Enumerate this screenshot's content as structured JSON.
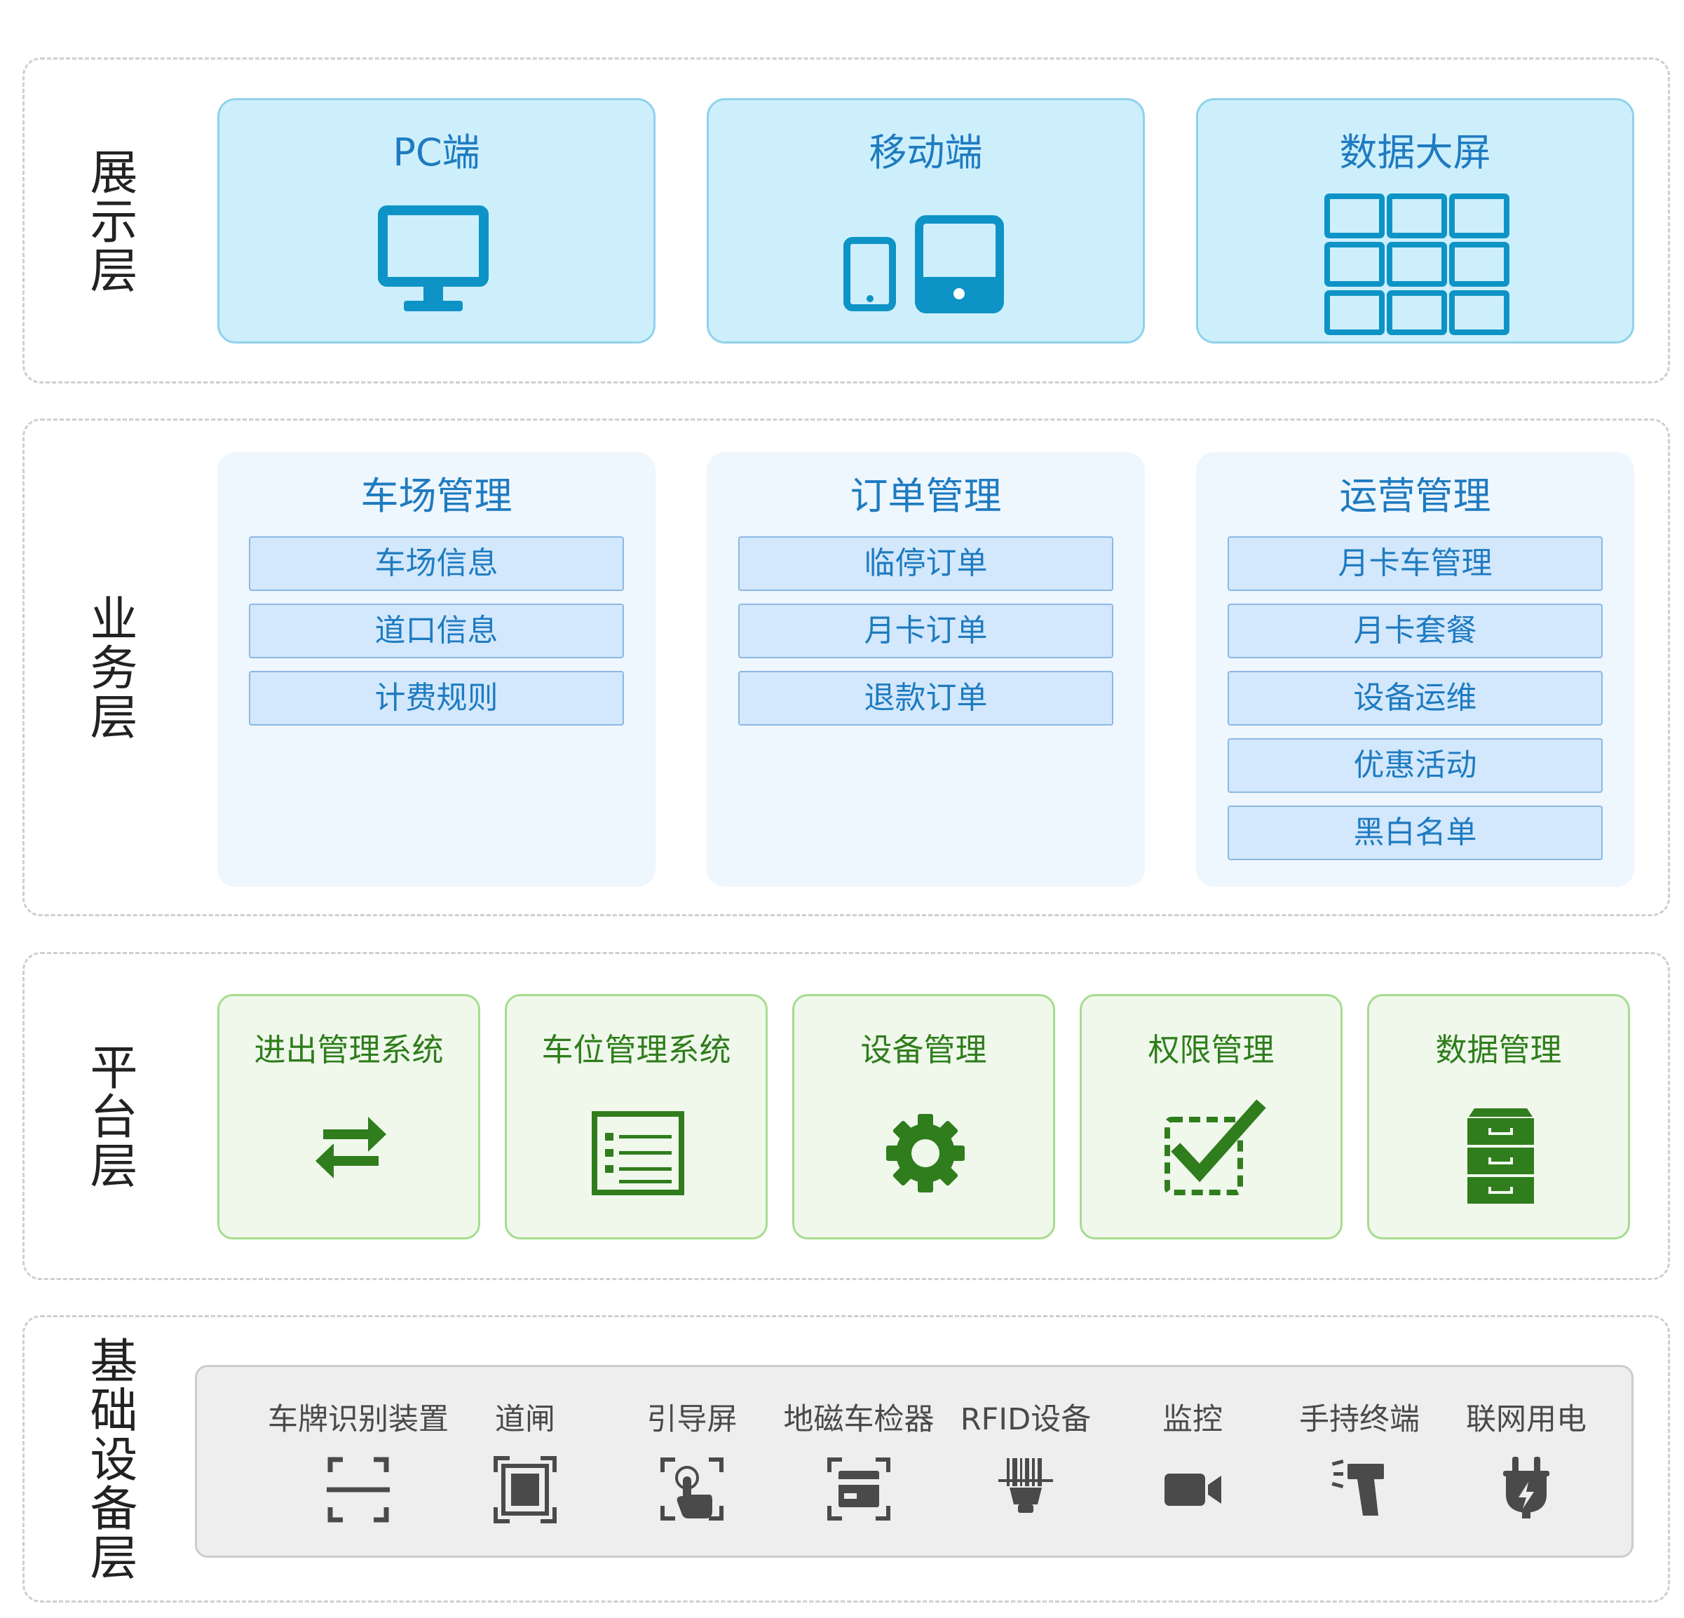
{
  "layers": {
    "presentation": {
      "label": "展示层",
      "cards": [
        {
          "title": "PC端",
          "icon": "desktop-monitor-icon"
        },
        {
          "title": "移动端",
          "icon": "phone-tablet-icon"
        },
        {
          "title": "数据大屏",
          "icon": "video-wall-grid-icon"
        }
      ]
    },
    "business": {
      "label": "业务层",
      "columns": [
        {
          "title": "车场管理",
          "items": [
            "车场信息",
            "道口信息",
            "计费规则"
          ]
        },
        {
          "title": "订单管理",
          "items": [
            "临停订单",
            "月卡订单",
            "退款订单"
          ]
        },
        {
          "title": "运营管理",
          "items": [
            "月卡车管理",
            "月卡套餐",
            "设备运维",
            "优惠活动",
            "黑白名单"
          ]
        }
      ]
    },
    "platform": {
      "label": "平台层",
      "cards": [
        {
          "title": "进出管理系统",
          "icon": "swap-arrows-icon"
        },
        {
          "title": "车位管理系统",
          "icon": "list-panel-icon"
        },
        {
          "title": "设备管理",
          "icon": "gear-icon"
        },
        {
          "title": "权限管理",
          "icon": "dashed-checkbox-icon"
        },
        {
          "title": "数据管理",
          "icon": "file-cabinet-icon"
        }
      ]
    },
    "infrastructure": {
      "label": "基础设备层",
      "items": [
        {
          "label": "车牌识别装置",
          "icon": "scan-frame-icon"
        },
        {
          "label": "道闸",
          "icon": "qr-frame-icon"
        },
        {
          "label": "引导屏",
          "icon": "touch-hand-icon"
        },
        {
          "label": "地磁车检器",
          "icon": "card-frame-icon"
        },
        {
          "label": "RFID设备",
          "icon": "barcode-scanner-icon"
        },
        {
          "label": "监控",
          "icon": "video-camera-icon"
        },
        {
          "label": "手持终端",
          "icon": "handheld-scanner-icon"
        },
        {
          "label": "联网用电",
          "icon": "power-plug-icon"
        }
      ]
    }
  },
  "colors": {
    "presentation_fill": "#cdeffc",
    "presentation_icon": "#0e93c6",
    "business_fill": "#eef6fe",
    "business_text": "#1f7bc0",
    "platform_fill": "#f0f8ec",
    "platform_icon": "#2f7d1c",
    "infrastructure_fill": "#eeeeee",
    "infrastructure_icon": "#4a4a4a"
  }
}
